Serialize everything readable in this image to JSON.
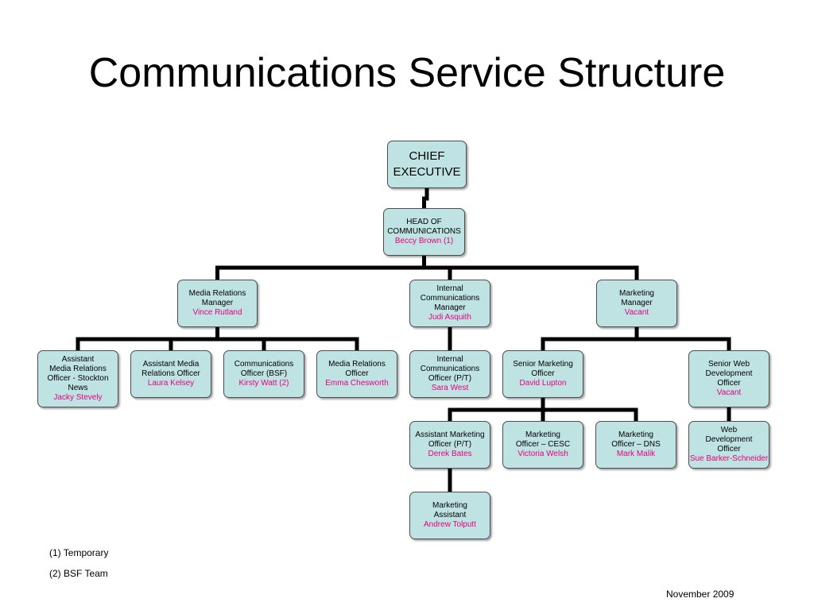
{
  "title": "Communications Service Structure",
  "colors": {
    "box_fill": "#bfe3e3",
    "box_border": "#4d4d4d",
    "holder_text": "#e6007e",
    "connector": "#000000"
  },
  "nodes": {
    "chief_executive": {
      "role": "CHIEF\nEXECUTIVE",
      "holder": ""
    },
    "head_of_communications": {
      "role": "HEAD OF\nCOMMUNICATIONS",
      "holder": "Beccy Brown (1)"
    },
    "media_relations_manager": {
      "role": "Media Relations\nManager",
      "holder": "Vince Rutland"
    },
    "internal_communications_manager": {
      "role": "Internal\nCommunications\nManager",
      "holder": "Judi Asquith"
    },
    "marketing_manager": {
      "role": "Marketing\nManager",
      "holder": "Vacant"
    },
    "assistant_media_relations_officer_stockton": {
      "role": "Assistant\nMedia Relations\nOfficer - Stockton\nNews",
      "holder": "Jacky Stevely"
    },
    "assistant_media_relations_officer": {
      "role": "Assistant Media\nRelations Officer",
      "holder": "Laura Kelsey"
    },
    "communications_officer_bsf": {
      "role": "Communications\nOfficer (BSF)",
      "holder": "Kirsty Watt (2)"
    },
    "media_relations_officer": {
      "role": "Media Relations\nOfficer",
      "holder": "Emma Chesworth"
    },
    "internal_communications_officer": {
      "role": "Internal\nCommunications\nOfficer (P/T)",
      "holder": "Sara West"
    },
    "senior_marketing_officer": {
      "role": "Senior Marketing\nOfficer",
      "holder": "David Lupton"
    },
    "senior_web_development_officer": {
      "role": "Senior Web\nDevelopment\nOfficer",
      "holder": "Vacant"
    },
    "assistant_marketing_officer": {
      "role": "Assistant Marketing\nOfficer (P/T)",
      "holder": "Derek Bates"
    },
    "marketing_officer_cesc": {
      "role": "Marketing\nOfficer – CESC",
      "holder": "Victoria Welsh"
    },
    "marketing_officer_dns": {
      "role": "Marketing\nOfficer – DNS",
      "holder": "Mark Malik"
    },
    "web_development_officer": {
      "role": "Web\nDevelopment\nOfficer",
      "holder": "Sue Barker-Schneider"
    },
    "marketing_assistant": {
      "role": "Marketing\nAssistant",
      "holder": "Andrew Tolputt"
    }
  },
  "edges": [
    [
      "chief_executive",
      "head_of_communications"
    ],
    [
      "head_of_communications",
      "media_relations_manager"
    ],
    [
      "head_of_communications",
      "internal_communications_manager"
    ],
    [
      "head_of_communications",
      "marketing_manager"
    ],
    [
      "media_relations_manager",
      "assistant_media_relations_officer_stockton"
    ],
    [
      "media_relations_manager",
      "assistant_media_relations_officer"
    ],
    [
      "media_relations_manager",
      "communications_officer_bsf"
    ],
    [
      "media_relations_manager",
      "media_relations_officer"
    ],
    [
      "internal_communications_manager",
      "internal_communications_officer"
    ],
    [
      "marketing_manager",
      "senior_marketing_officer"
    ],
    [
      "marketing_manager",
      "senior_web_development_officer"
    ],
    [
      "senior_marketing_officer",
      "assistant_marketing_officer"
    ],
    [
      "senior_marketing_officer",
      "marketing_officer_cesc"
    ],
    [
      "senior_marketing_officer",
      "marketing_officer_dns"
    ],
    [
      "senior_web_development_officer",
      "web_development_officer"
    ],
    [
      "assistant_marketing_officer",
      "marketing_assistant"
    ]
  ],
  "footnotes": [
    "(1) Temporary",
    "(2) BSF Team"
  ],
  "date": "November 2009"
}
